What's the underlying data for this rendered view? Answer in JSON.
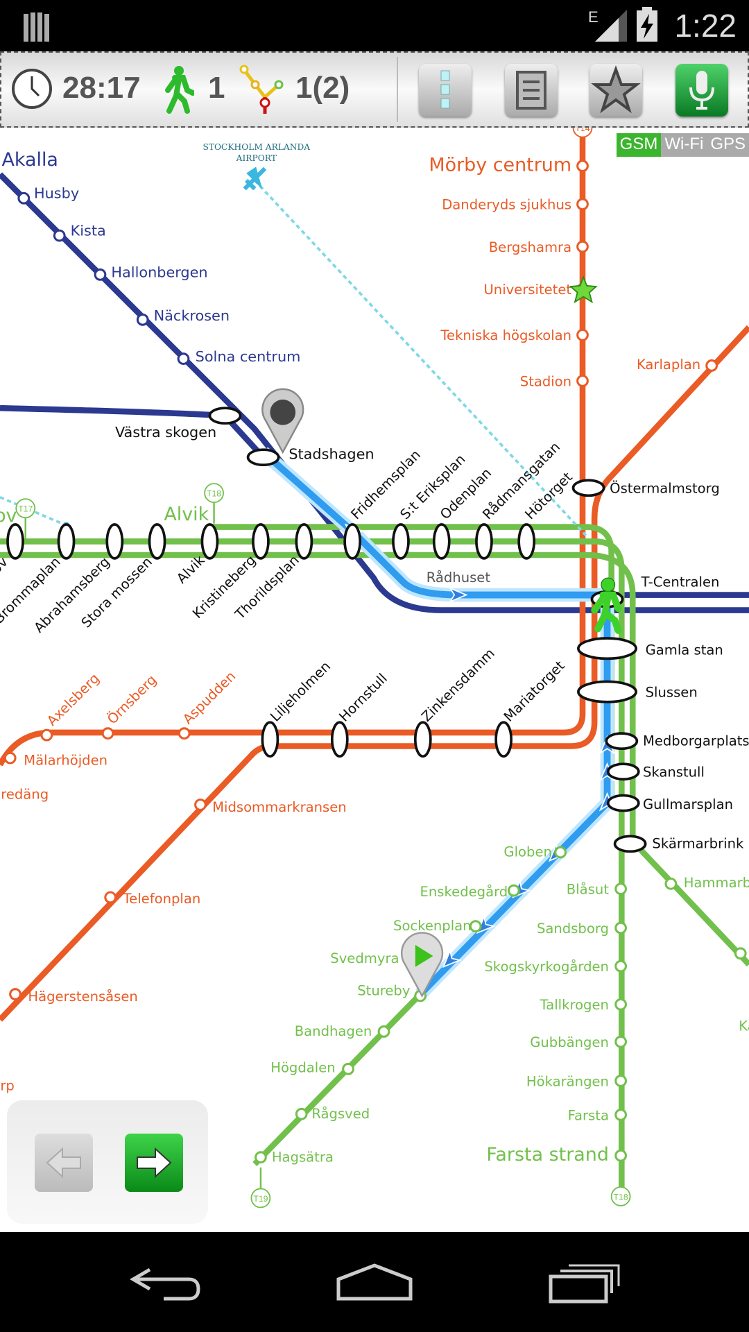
{
  "status_bar": {
    "time": "1:22",
    "network": "E",
    "icons": [
      "notification-icon",
      "signal-icon",
      "battery-charging-icon"
    ]
  },
  "toolbar": {
    "duration": "28:17",
    "walks": "1",
    "transfers": "1(2)",
    "buttons": [
      "route-list-button",
      "details-button",
      "favorites-button",
      "voice-button"
    ]
  },
  "connection": {
    "gsm": "GSM",
    "wifi": "Wi-Fi",
    "gps": "GPS",
    "active": "GSM",
    "active_color": "#3cb52e"
  },
  "airport": {
    "line1": "STOCKHOLM ARLANDA",
    "line2": "AIRPORT"
  },
  "colors": {
    "blue": "#2b3990",
    "orange": "#ea5b25",
    "green": "#72c04c",
    "route": "#2f9cf0"
  },
  "line_markers": [
    "T14",
    "T17",
    "T18",
    "T18",
    "T19"
  ],
  "stations": [
    {
      "name": "Akalla",
      "line": "blue"
    },
    {
      "name": "Husby",
      "line": "blue"
    },
    {
      "name": "Kista",
      "line": "blue"
    },
    {
      "name": "Hallonbergen",
      "line": "blue"
    },
    {
      "name": "Näckrosen",
      "line": "blue"
    },
    {
      "name": "Solna centrum",
      "line": "blue"
    },
    {
      "name": "Västra skogen",
      "line": "transfer"
    },
    {
      "name": "Stadshagen",
      "line": "transfer"
    },
    {
      "name": "Mörby centrum",
      "line": "orange"
    },
    {
      "name": "Danderyds sjukhus",
      "line": "orange"
    },
    {
      "name": "Bergshamra",
      "line": "orange"
    },
    {
      "name": "Universitetet",
      "line": "orange"
    },
    {
      "name": "Tekniska högskolan",
      "line": "orange"
    },
    {
      "name": "Stadion",
      "line": "orange"
    },
    {
      "name": "Karlaplan",
      "line": "orange"
    },
    {
      "name": "Östermalmstorg",
      "line": "transfer"
    },
    {
      "name": "Axelsberg",
      "line": "orange"
    },
    {
      "name": "Örnsberg",
      "line": "orange"
    },
    {
      "name": "Aspudden",
      "line": "orange"
    },
    {
      "name": "Liljeholmen",
      "line": "transfer"
    },
    {
      "name": "Hornstull",
      "line": "transfer"
    },
    {
      "name": "Zinkensdamm",
      "line": "transfer"
    },
    {
      "name": "Mariatorget",
      "line": "transfer"
    },
    {
      "name": "Mälarhöjden",
      "line": "orange"
    },
    {
      "name": "Bredäng",
      "line": "orange"
    },
    {
      "name": "Midsommarkransen",
      "line": "orange"
    },
    {
      "name": "Telefonplan",
      "line": "orange"
    },
    {
      "name": "Hägerstensåsen",
      "line": "orange"
    },
    {
      "name": "Västertorp",
      "line": "orange"
    },
    {
      "name": "Åkeshov",
      "line": "green"
    },
    {
      "name": "Alvik",
      "line": "green"
    },
    {
      "name": "Åkeshov",
      "line": "transfer"
    },
    {
      "name": "Brommaplan",
      "line": "transfer"
    },
    {
      "name": "Abrahamsberg",
      "line": "transfer"
    },
    {
      "name": "Stora mossen",
      "line": "transfer"
    },
    {
      "name": "Alvik",
      "line": "transfer"
    },
    {
      "name": "Kristineberg",
      "line": "transfer"
    },
    {
      "name": "Thorildsplan",
      "line": "transfer"
    },
    {
      "name": "Fridhemsplan",
      "line": "transfer"
    },
    {
      "name": "S:t Eriksplan",
      "line": "transfer"
    },
    {
      "name": "Odenplan",
      "line": "transfer"
    },
    {
      "name": "Rådmansgatan",
      "line": "transfer"
    },
    {
      "name": "Hötorget",
      "line": "transfer"
    },
    {
      "name": "Rådhuset",
      "line": "route"
    },
    {
      "name": "T-Centralen",
      "line": "transfer"
    },
    {
      "name": "Gamla stan",
      "line": "transfer"
    },
    {
      "name": "Slussen",
      "line": "transfer"
    },
    {
      "name": "Medborgarplatsen",
      "line": "transfer"
    },
    {
      "name": "Skanstull",
      "line": "transfer"
    },
    {
      "name": "Gullmarsplan",
      "line": "transfer"
    },
    {
      "name": "Skärmarbrink",
      "line": "transfer"
    },
    {
      "name": "Hammarbyhöjden",
      "line": "green"
    },
    {
      "name": "Kärrtorp",
      "line": "green"
    },
    {
      "name": "Blåsut",
      "line": "green"
    },
    {
      "name": "Sandsborg",
      "line": "green"
    },
    {
      "name": "Skogskyrkogården",
      "line": "green"
    },
    {
      "name": "Tallkrogen",
      "line": "green"
    },
    {
      "name": "Gubbängen",
      "line": "green"
    },
    {
      "name": "Hökarängen",
      "line": "green"
    },
    {
      "name": "Farsta",
      "line": "green"
    },
    {
      "name": "Farsta strand",
      "line": "green"
    },
    {
      "name": "Globen",
      "line": "green"
    },
    {
      "name": "Enskedegård",
      "line": "green"
    },
    {
      "name": "Sockenplan",
      "line": "green"
    },
    {
      "name": "Svedmyra",
      "line": "green"
    },
    {
      "name": "Stureby",
      "line": "green"
    },
    {
      "name": "Bandhagen",
      "line": "green"
    },
    {
      "name": "Högdalen",
      "line": "green"
    },
    {
      "name": "Rågsved",
      "line": "green"
    },
    {
      "name": "Hagsätra",
      "line": "green"
    }
  ],
  "nav_bar": {
    "buttons": [
      "back-button",
      "home-button",
      "recent-apps-button"
    ]
  }
}
